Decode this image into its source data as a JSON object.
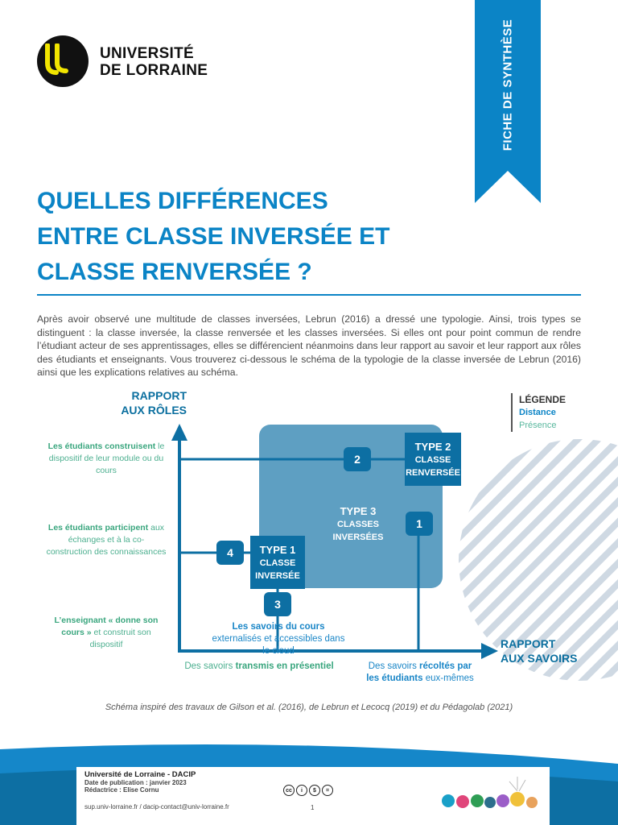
{
  "header": {
    "logo_line1": "UNIVERSITÉ",
    "logo_line2": "DE LORRAINE",
    "ribbon_label": "FICHE DE SYNTHÈSE"
  },
  "title": {
    "line1": "QUELLES DIFFÉRENCES",
    "line2": "ENTRE CLASSE INVERSÉE ET",
    "line3": "CLASSE RENVERSÉE ?"
  },
  "intro": "Après avoir observé une multitude de classes inversées, Lebrun (2016) a dressé une typologie. Ainsi, trois types se distinguent : la classe inversée, la classe renversée et les classes inversées. Si elles ont pour point commun de rendre l’étudiant acteur de ses apprentissages, elles se différencient néanmoins dans leur rapport au savoir et leur rapport aux rôles des étudiants et enseignants. Vous trouverez ci-dessous le schéma de la typologie de la classe inversée de Lebrun (2016) ainsi que les explications relatives au schéma.",
  "diagram": {
    "y_axis_line1": "RAPPORT",
    "y_axis_line2": "AUX RÔLES",
    "x_axis_line1": "RAPPORT",
    "x_axis_line2": "AUX SAVOIRS",
    "legend": {
      "title": "LÉGENDE",
      "distance": "Distance",
      "presence": "Présence"
    },
    "left_notes": [
      {
        "bold": "Les étudiants construisent",
        "rest": " le dispositif de leur module ou du cours"
      },
      {
        "bold": "Les étudiants participent",
        "rest": " aux échanges et à la co-construction des connaissances"
      },
      {
        "bold": "L’enseignant « donne son cours »",
        "rest": " et construit son dispositif"
      }
    ],
    "savoirs_cours": {
      "bold": "Les savoirs du cours",
      "rest": " externalisés et accessibles dans le cloud"
    },
    "transmis": {
      "pre": "Des savoirs ",
      "bold": "transmis en présentiel"
    },
    "recoltes": {
      "pre": "Des savoirs ",
      "bold": "récoltés par les étudiants",
      "rest": " eux-mêmes"
    },
    "types": {
      "type1": {
        "title": "TYPE 1",
        "line1": "CLASSE",
        "line2": "INVERSÉE"
      },
      "type2": {
        "title": "TYPE 2",
        "line1": "CLASSE",
        "line2": "RENVERSÉE"
      },
      "type3": {
        "title": "TYPE 3",
        "line1": "CLASSES",
        "line2": "INVERSÉES"
      }
    },
    "numbers": [
      "1",
      "2",
      "3",
      "4"
    ],
    "caption": "Schéma inspiré des travaux de Gilson et al. (2016), de Lebrun et Lecocq (2019) et du Pédagolab (2021)"
  },
  "footer": {
    "org": "Université de Lorraine - DACIP",
    "pub_date": "Date de publication : janvier 2023",
    "editor": "Rédactrice : Elise Cornu",
    "links": "sup.univ-lorraine.fr / dacip-contact@univ-lorraine.fr",
    "page": "1",
    "cc_icons": [
      "cc",
      "by",
      "nc",
      "nd"
    ]
  },
  "colors": {
    "primary": "#0b84c6",
    "dark_blue": "#0d6fa3",
    "light_square": "#5e9fc2",
    "green": "#4caf8f"
  }
}
